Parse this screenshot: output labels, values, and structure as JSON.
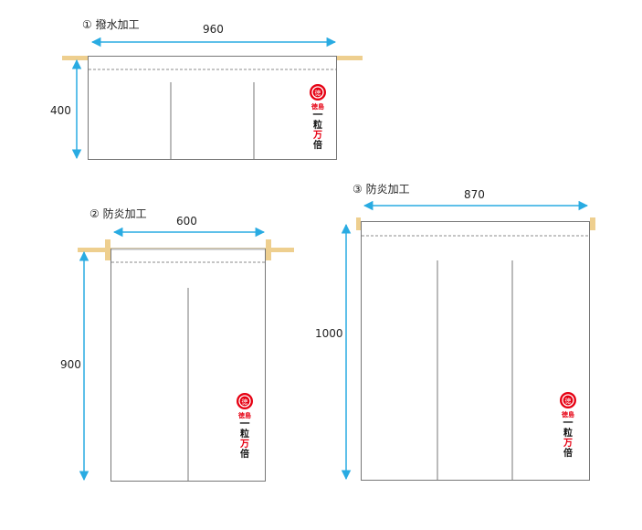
{
  "colors": {
    "rod": "#eecf8f",
    "arrow": "#29abe2",
    "logo_red": "#e60012"
  },
  "logo": {
    "emblem": "徳",
    "place": "徳島",
    "line1": "一",
    "line2": "粒",
    "line3": "万",
    "line4": "倍"
  },
  "diagrams": [
    {
      "title": "① 撥水加工",
      "width_label": "960",
      "height_label": "400"
    },
    {
      "title": "② 防炎加工",
      "width_label": "600",
      "height_label": "900"
    },
    {
      "title": "③ 防炎加工",
      "width_label": "870",
      "height_label": "1000"
    }
  ]
}
